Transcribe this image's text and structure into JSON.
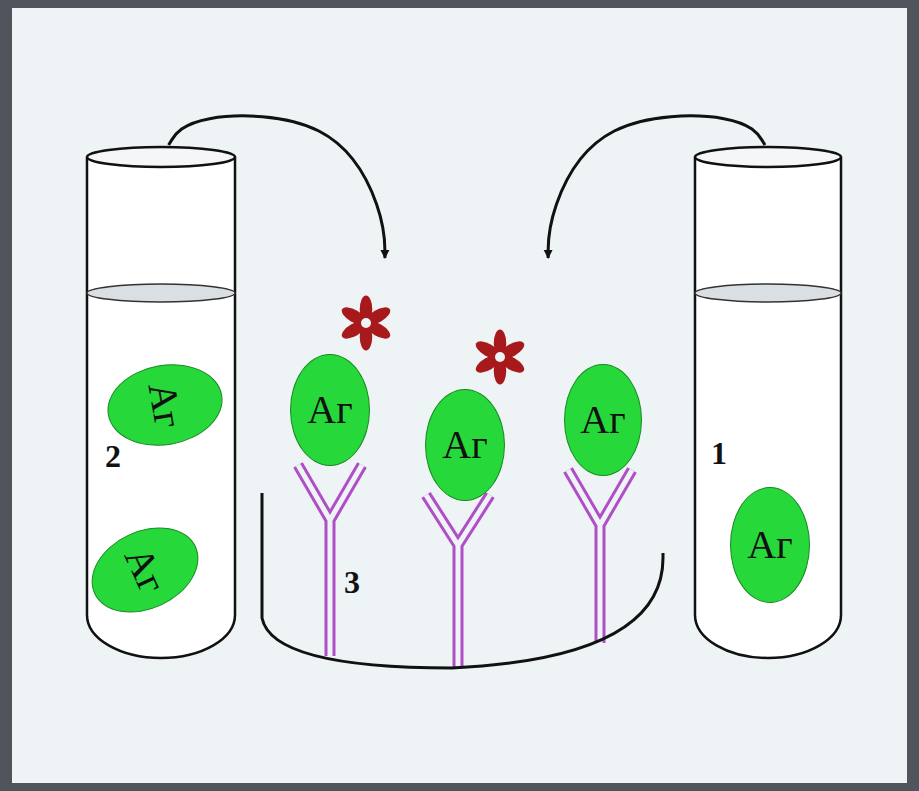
{
  "diagram": {
    "nodes": [
      {
        "text": [
          "2"
        ]
      },
      {
        "text": [
          "Аг"
        ],
        "in": 0
      },
      {
        "text": [
          "Аг"
        ],
        "in": 0
      },
      {
        "text": [
          "3"
        ]
      },
      {
        "text": [
          "Аг"
        ],
        "in": 3
      },
      {
        "text": [
          "Аг"
        ],
        "in": 3
      },
      {
        "text": [
          "Аг"
        ],
        "in": 3
      },
      {
        "text": [
          "1"
        ]
      },
      {
        "text": [
          "Аг"
        ],
        "in": 7
      }
    ],
    "edges": [
      {
        "from": 0,
        "to": 3,
        "arrow": "to"
      },
      {
        "from": 7,
        "to": 3,
        "arrow": "to"
      }
    ]
  }
}
